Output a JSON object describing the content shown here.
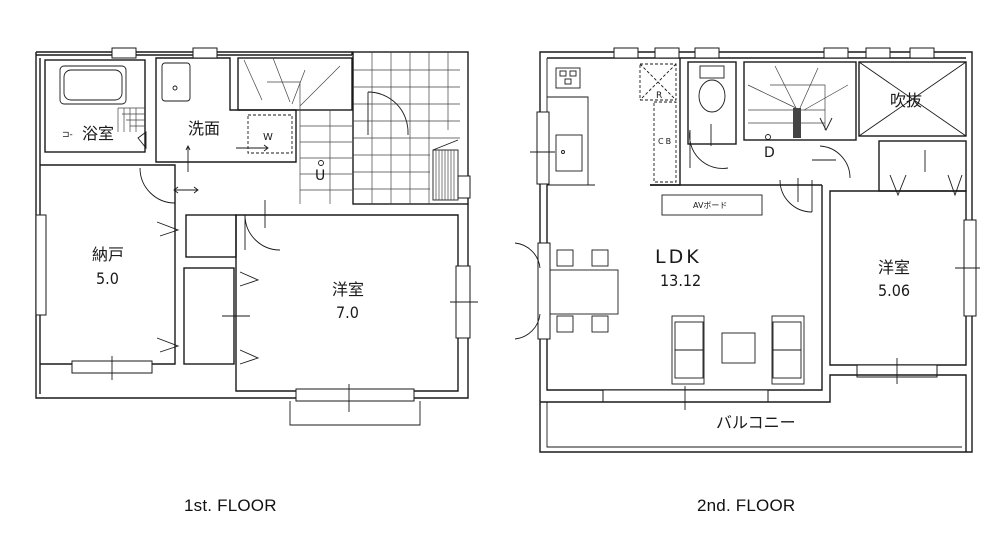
{
  "floors": [
    {
      "caption": "1st. FLOOR",
      "rooms": {
        "bath": {
          "name": "浴室"
        },
        "washroom": {
          "name": "洗面",
          "closet_mark": "W"
        },
        "storage": {
          "name": "納戸",
          "size": "5.0"
        },
        "western_room": {
          "name": "洋室",
          "size": "7.0"
        }
      }
    },
    {
      "caption": "2nd. FLOOR",
      "rooms": {
        "ldk": {
          "name": "LDK",
          "size": "13.12"
        },
        "western_room": {
          "name": "洋室",
          "size": "5.06"
        },
        "void": {
          "name": "吹抜"
        },
        "balcony": {
          "name": "バルコニー"
        },
        "fridge_mark": "R",
        "cupboard_mark": "CB",
        "av_board": "AVボード",
        "d_mark": "D"
      }
    }
  ],
  "colors": {
    "line": "#1a1a1a",
    "background": "#ffffff"
  }
}
